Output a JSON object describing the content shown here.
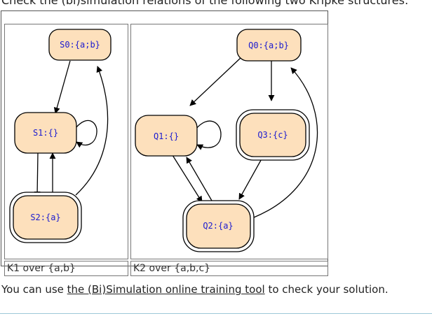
{
  "heading": "Check the (bi)simulation relations of the following two Kripke structures:",
  "structures": [
    {
      "caption": "K1 over {a,b}",
      "states": [
        {
          "id": "S0",
          "label": "S0:{a;b}",
          "accepting": false
        },
        {
          "id": "S1",
          "label": "S1:{}",
          "accepting": false
        },
        {
          "id": "S2",
          "label": "S2:{a}",
          "accepting": true
        }
      ]
    },
    {
      "caption": "K2 over {a,b,c}",
      "states": [
        {
          "id": "Q0",
          "label": "Q0:{a;b}",
          "accepting": false
        },
        {
          "id": "Q1",
          "label": "Q1:{}",
          "accepting": false
        },
        {
          "id": "Q3",
          "label": "Q3:{c}",
          "accepting": true
        },
        {
          "id": "Q2",
          "label": "Q2:{a}",
          "accepting": true
        }
      ]
    }
  ],
  "footer": {
    "prefix": "You can use ",
    "link_text": "the (Bi)Simulation online training tool",
    "suffix": " to check your solution."
  }
}
